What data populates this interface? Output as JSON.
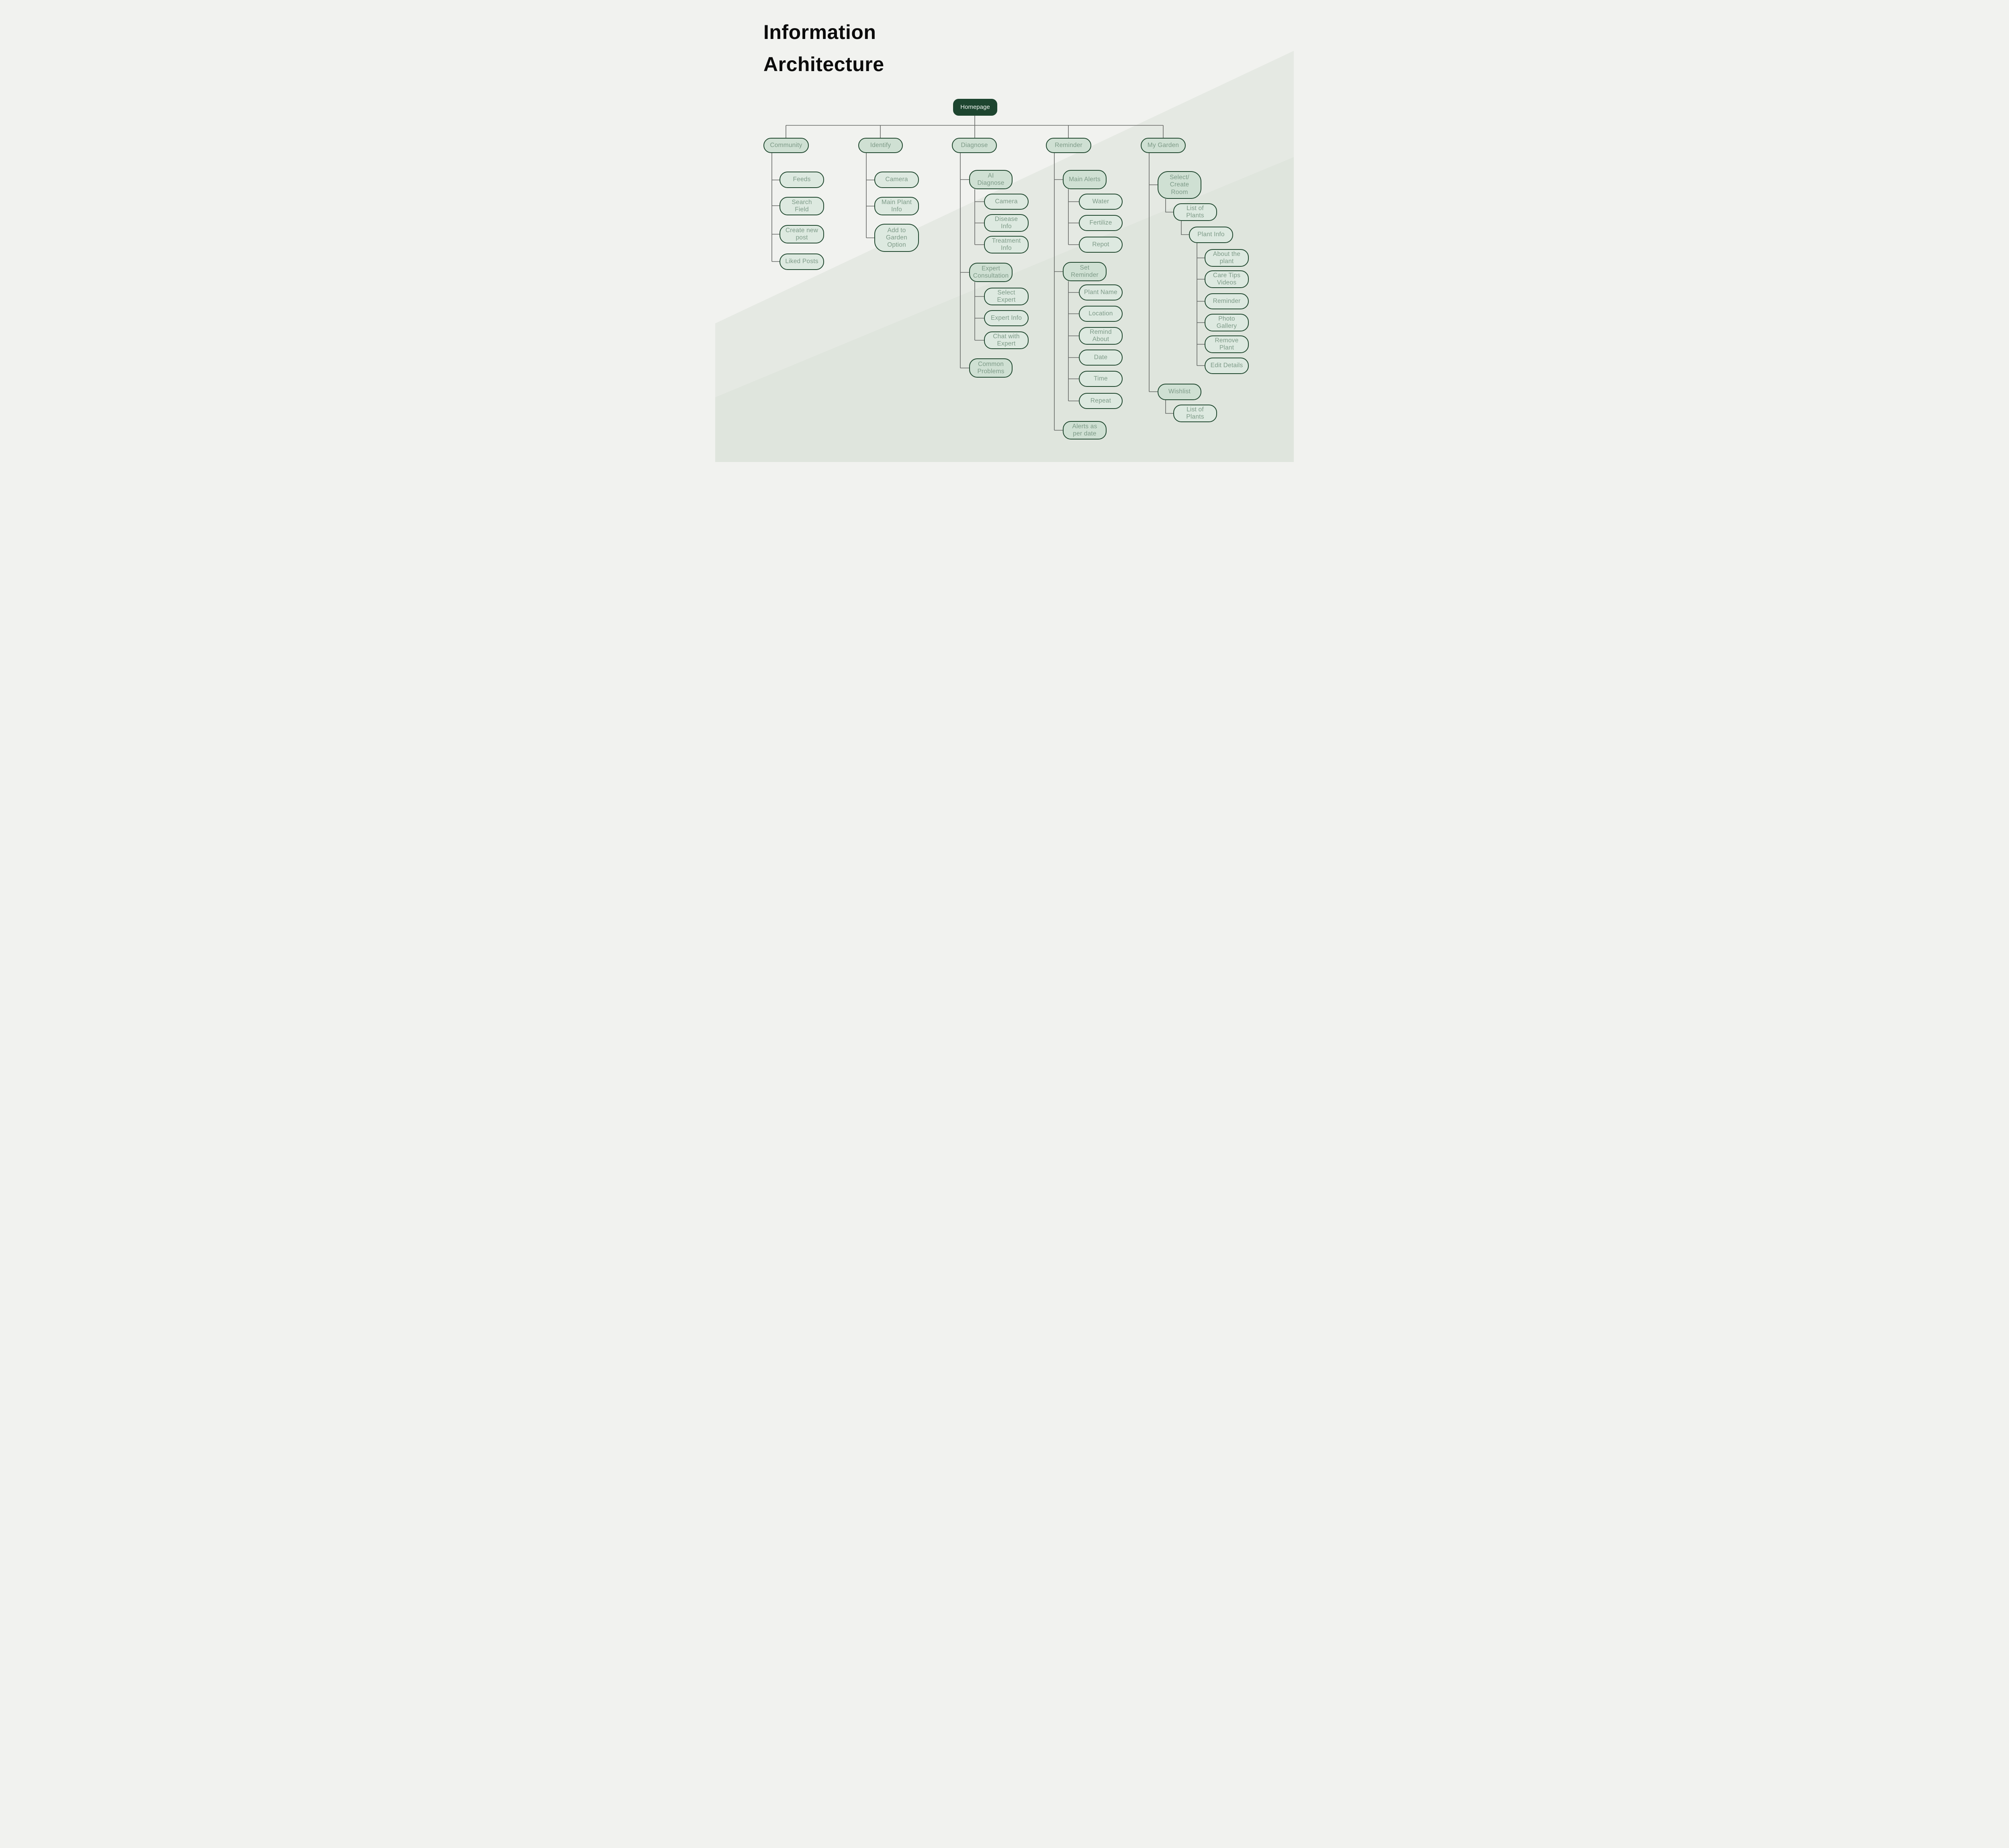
{
  "title": "Information Architecture",
  "colors": {
    "bg": "#f1f2ef",
    "root_fill": "#1d452f",
    "group_fill": "#cfe0d3",
    "leaf_fill": "#dde9e0",
    "border": "#20482f",
    "node_text": "#7d9a87",
    "root_text": "#f2f6f2",
    "line": "#666966",
    "title_color": "#0b0b0b"
  },
  "tree": {
    "root": {
      "label": "Homepage",
      "children": [
        {
          "label": "Community",
          "children": [
            {
              "label": "Feeds"
            },
            {
              "label": "Search\nField"
            },
            {
              "label": "Create new\npost"
            },
            {
              "label": "Liked Posts"
            }
          ]
        },
        {
          "label": "Identify",
          "children": [
            {
              "label": "Camera"
            },
            {
              "label": "Main Plant\nInfo"
            },
            {
              "label": "Add to\nGarden\nOption"
            }
          ]
        },
        {
          "label": "Diagnose",
          "children": [
            {
              "label": "AI\nDiagnose",
              "children": [
                {
                  "label": "Camera"
                },
                {
                  "label": "Disease\nInfo"
                },
                {
                  "label": "Treatment\nInfo"
                }
              ]
            },
            {
              "label": "Expert\nConsultation",
              "children": [
                {
                  "label": "Select\nExpert"
                },
                {
                  "label": "Expert Info"
                },
                {
                  "label": "Chat with\nExpert"
                }
              ]
            },
            {
              "label": "Common\nProblems"
            }
          ]
        },
        {
          "label": "Reminder",
          "children": [
            {
              "label": "Main Alerts",
              "children": [
                {
                  "label": "Water"
                },
                {
                  "label": "Fertilize"
                },
                {
                  "label": "Repot"
                }
              ]
            },
            {
              "label": "Set\nReminder",
              "children": [
                {
                  "label": "Plant Name"
                },
                {
                  "label": "Location"
                },
                {
                  "label": "Remind\nAbout"
                },
                {
                  "label": "Date"
                },
                {
                  "label": "Time"
                },
                {
                  "label": "Repeat"
                }
              ]
            },
            {
              "label": "Alerts as\nper date"
            }
          ]
        },
        {
          "label": "My Garden",
          "children": [
            {
              "label": "Select/\nCreate\nRoom",
              "children": [
                {
                  "label": "List of\nPlants",
                  "children": [
                    {
                      "label": "Plant Info",
                      "children": [
                        {
                          "label": "About the\nplant"
                        },
                        {
                          "label": "Care Tips\nVideos"
                        },
                        {
                          "label": "Reminder"
                        },
                        {
                          "label": "Photo\nGallery"
                        },
                        {
                          "label": "Remove\nPlant"
                        },
                        {
                          "label": "Edit Details"
                        }
                      ]
                    }
                  ]
                }
              ]
            },
            {
              "label": "Wishlist",
              "children": [
                {
                  "label": "List of\nPlants"
                }
              ]
            }
          ]
        }
      ]
    }
  }
}
